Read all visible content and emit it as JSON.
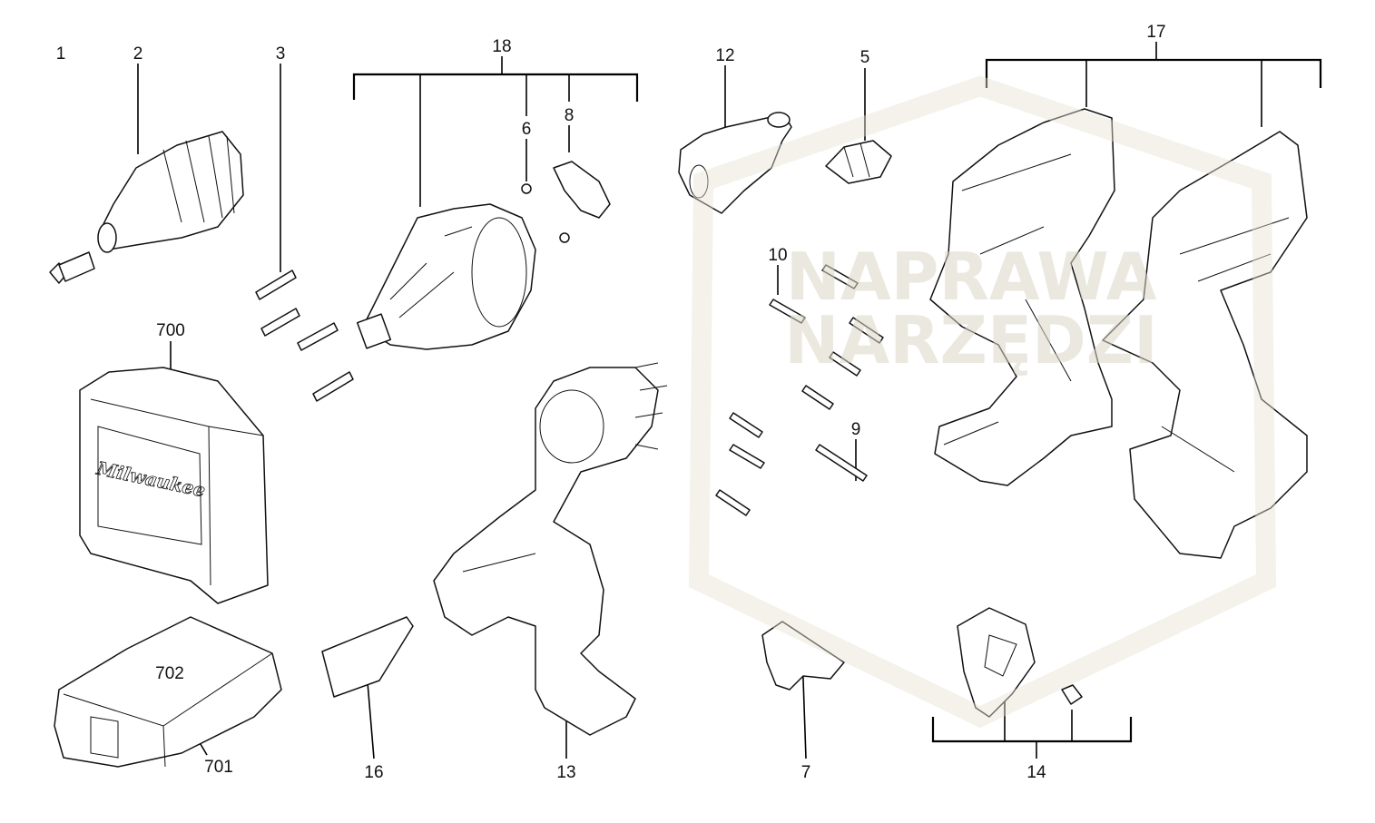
{
  "diagram": {
    "watermark": "NAPRAWA NARZĘDZI",
    "labels": {
      "l1": "1",
      "l2": "2",
      "l3": "3",
      "l18": "18",
      "l6": "6",
      "l8": "8",
      "l12": "12",
      "l5": "5",
      "l17": "17",
      "l10": "10",
      "l9": "9",
      "l700": "700",
      "l702": "702",
      "l701": "701",
      "l16": "16",
      "l13": "13",
      "l7": "7",
      "l14": "14"
    },
    "case_brand": "Milwaukee"
  }
}
